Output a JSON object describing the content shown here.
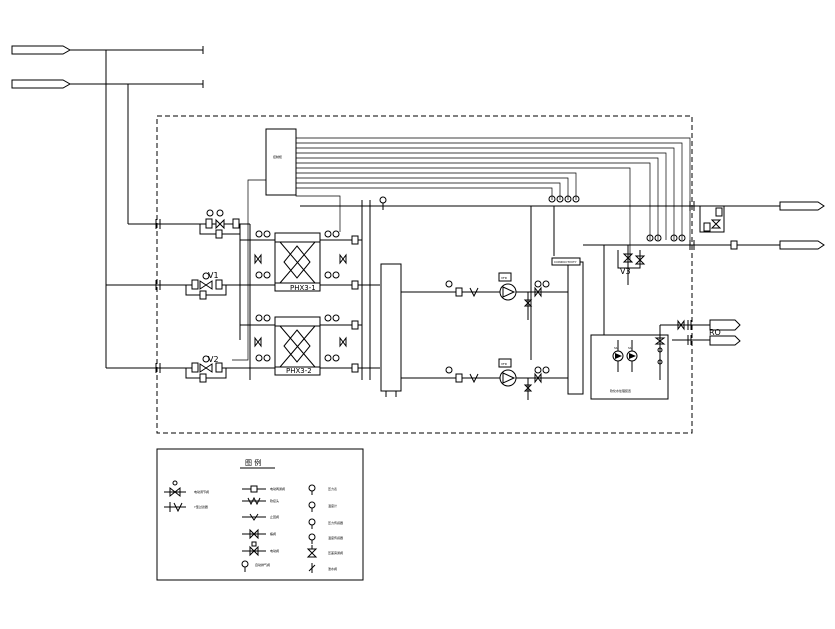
{
  "labels": {
    "plate_hx_1": "PHX3-1",
    "plate_hx_2": "PHX3-2",
    "valve_v1": "V1",
    "valve_v2": "V2",
    "valve_v3": "V3",
    "pump_tag_s1a": "S1",
    "pump_tag_s1b": "S1",
    "ro_label": "RO",
    "conductivity": "CONDUCTIVITY",
    "pump_box_1": "VFD",
    "pump_box_2": "VFD"
  },
  "legend": {
    "title": "图  例"
  }
}
